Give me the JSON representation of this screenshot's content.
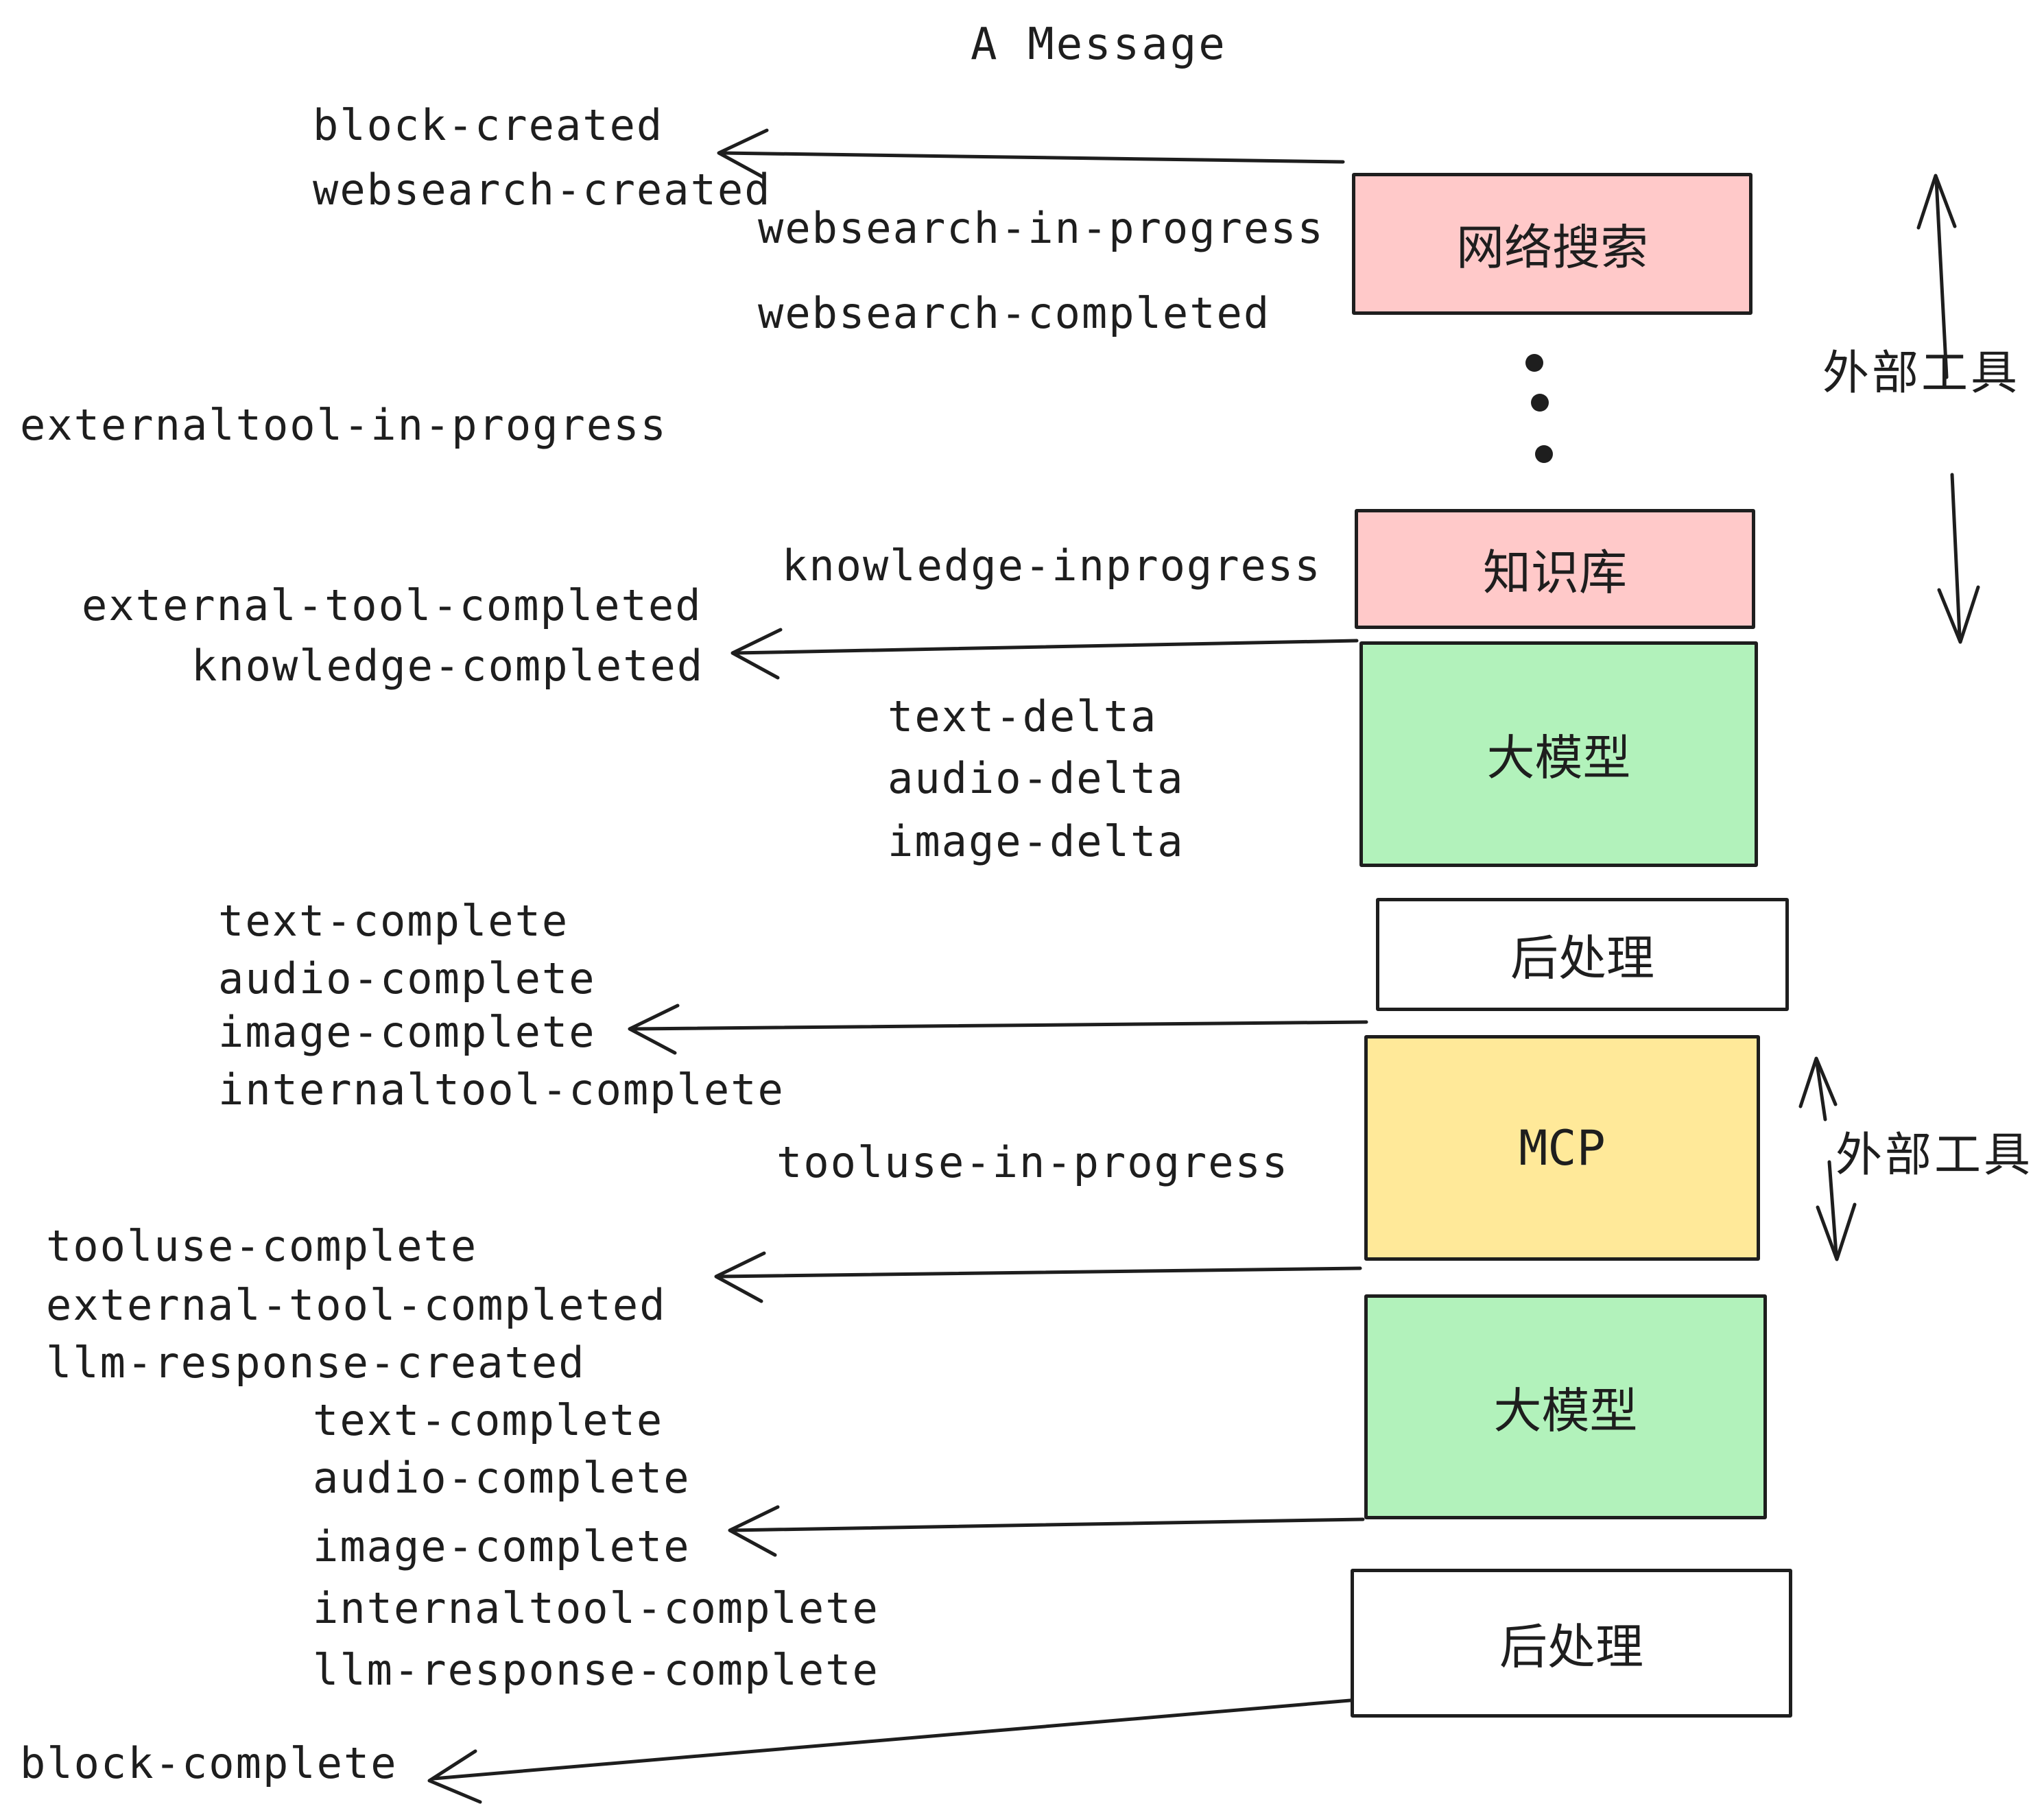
{
  "title": "A Message",
  "palette": {
    "pink": "#ffc9c9",
    "green": "#b2f2bb",
    "yellow": "#ffe999",
    "white": "#ffffff",
    "ink": "#1e1e1e"
  },
  "boxes": {
    "websearch": "网络搜索",
    "knowledge": "知识库",
    "llm1": "大模型",
    "post1": "后处理",
    "mcp": "MCP",
    "llm2": "大模型",
    "post2": "后处理"
  },
  "side_labels": {
    "external_tools_top": "外部工具",
    "external_tools_mid": "外部工具"
  },
  "events": {
    "block_created": "block-created",
    "websearch_created": "websearch-created",
    "websearch_in_progress": "websearch-in-progress",
    "websearch_completed": "websearch-completed",
    "externaltool_in_progress": "externaltool-in-progress",
    "knowledge_inprogress": "knowledge-inprogress",
    "external_tool_completed": "external-tool-completed",
    "knowledge_completed": "knowledge-completed",
    "text_delta": "text-delta",
    "audio_delta": "audio-delta",
    "image_delta": "image-delta",
    "text_complete": "text-complete",
    "audio_complete": "audio-complete",
    "image_complete": "image-complete",
    "internaltool_complete": "internaltool-complete",
    "tooluse_in_progress": "tooluse-in-progress",
    "tooluse_complete": "tooluse-complete",
    "external_tool_completed_2": "external-tool-completed",
    "llm_response_created": "llm-response-created",
    "text_complete_2": "text-complete",
    "audio_complete_2": "audio-complete",
    "image_complete_2": "image-complete",
    "internaltool_complete_2": "internaltool-complete",
    "llm_response_complete": "llm-response-complete",
    "block_complete": "block-complete"
  }
}
